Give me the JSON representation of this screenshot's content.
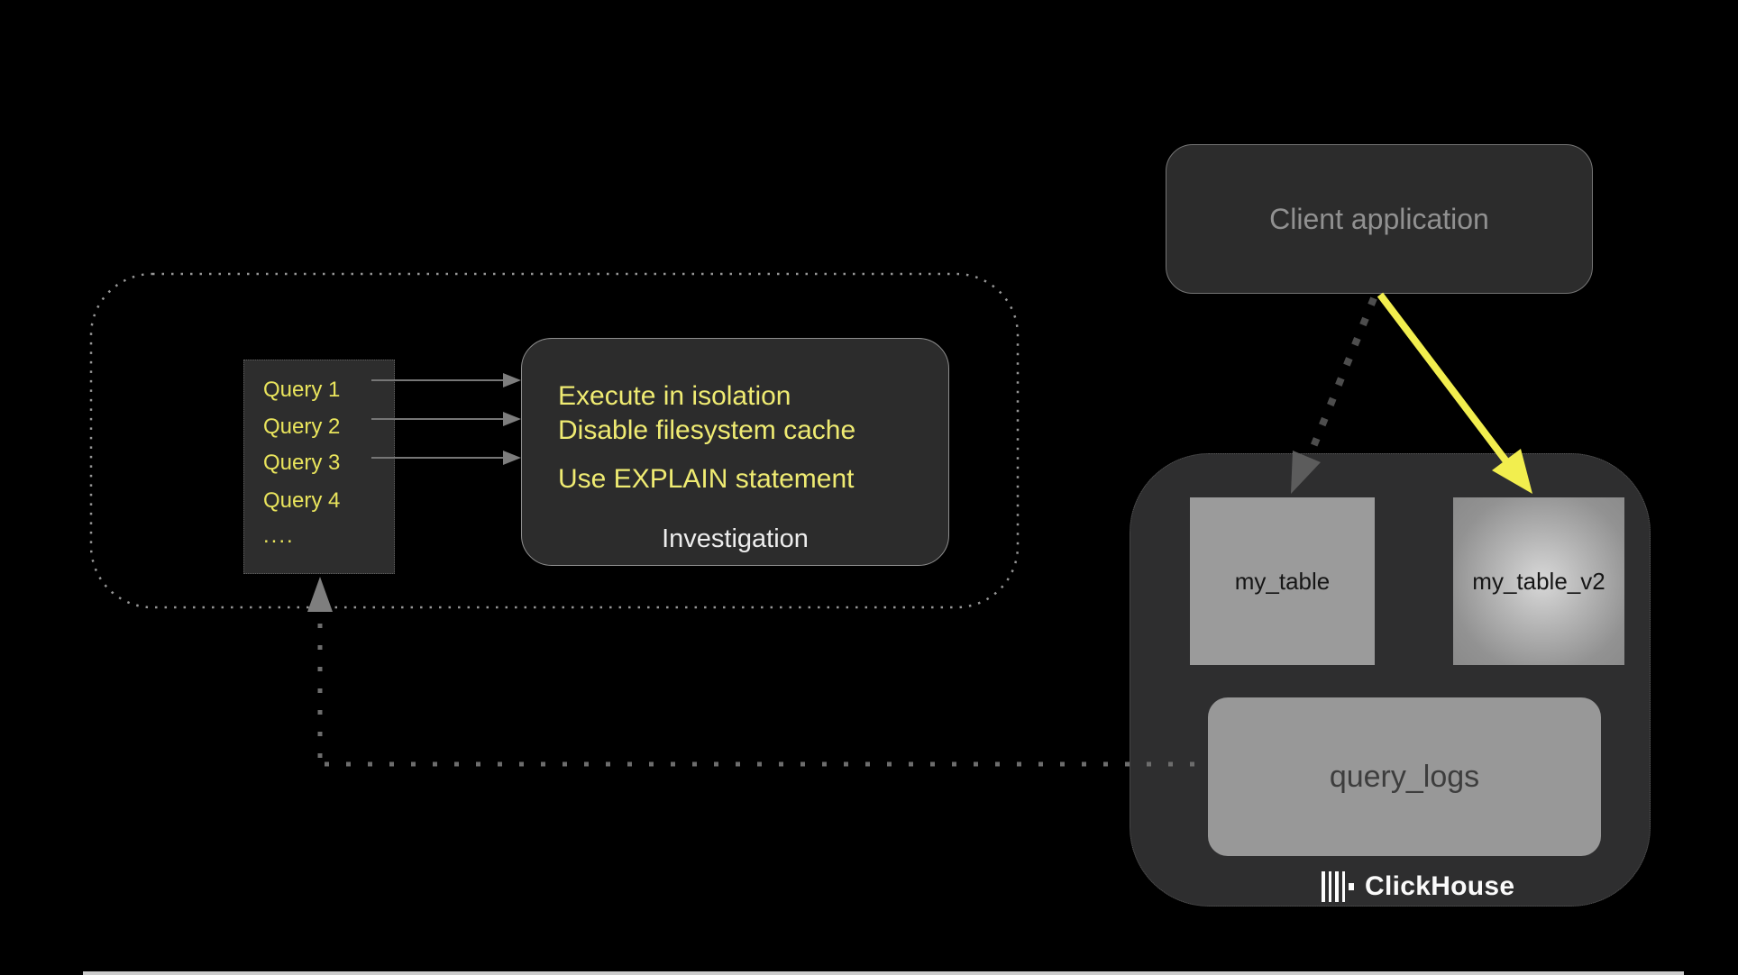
{
  "diagram": {
    "client_box": {
      "label": "Client application"
    },
    "investigation_box": {
      "techniques": [
        "Execute in isolation",
        "Disable filesystem cache",
        "Use EXPLAIN statement"
      ],
      "label": "Investigation"
    },
    "query_list": {
      "items": [
        "Query 1",
        "Query 2",
        "Query 3",
        "Query 4",
        "...."
      ]
    },
    "clickhouse": {
      "tables": {
        "source": "my_table",
        "target": "my_table_v2",
        "logs": "query_logs"
      },
      "brand": "ClickHouse"
    },
    "colors": {
      "background": "#000000",
      "box_dark": "#2d2d2d",
      "box_gray": "#999999",
      "accent_yellow_arrow": "#f2ee4e",
      "text_yellow": "#efeb72",
      "text_gray": "#919191",
      "dotted_line_gray": "#6d6d6d"
    }
  }
}
